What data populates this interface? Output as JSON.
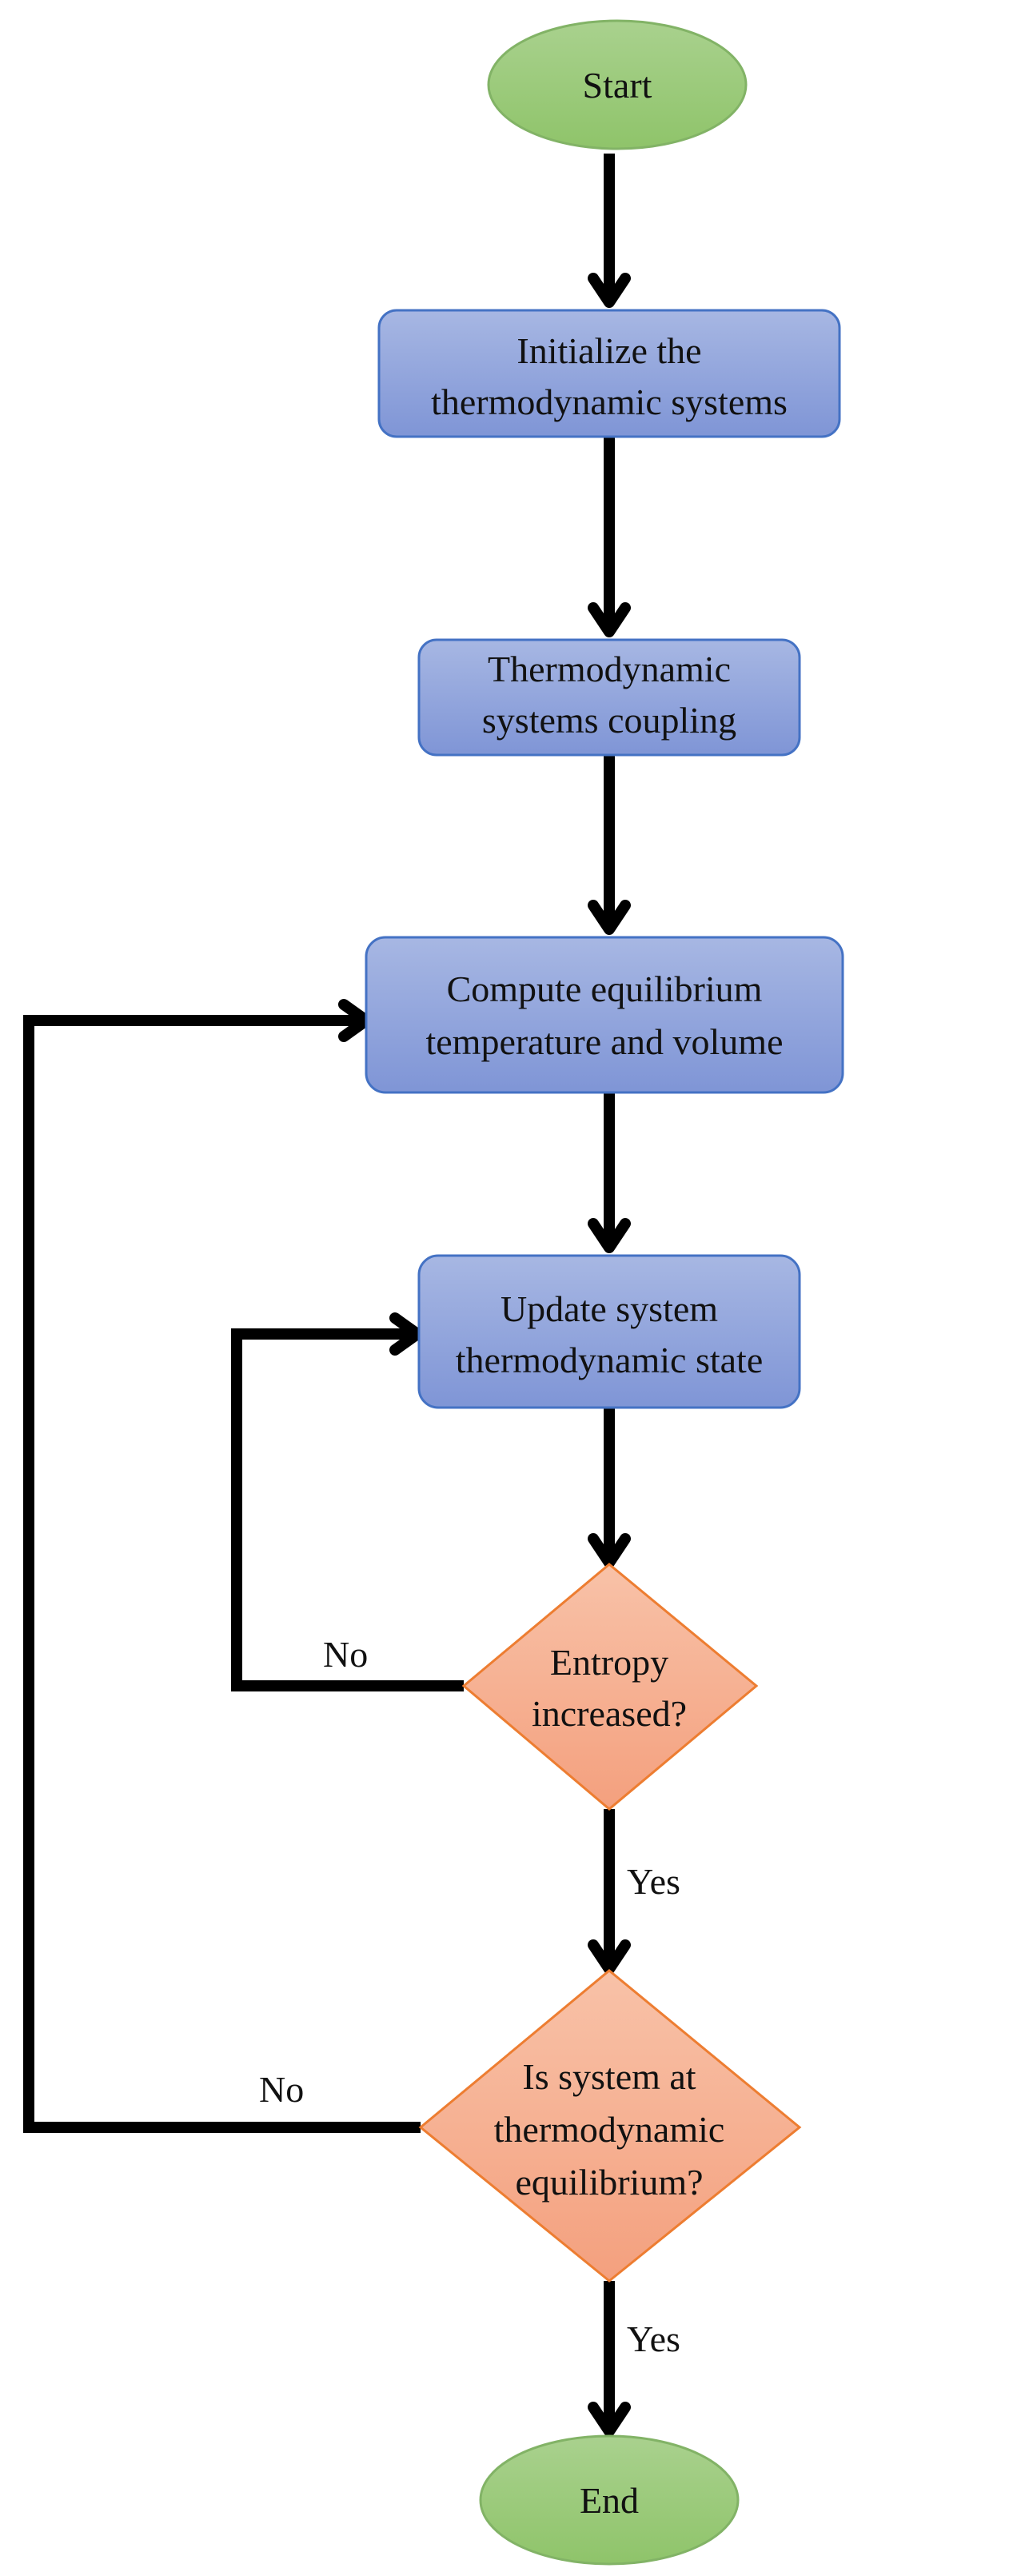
{
  "colors": {
    "terminal_fill_top": "#a9d18e",
    "terminal_fill_bottom": "#8fc46a",
    "terminal_stroke": "#82b366",
    "process_fill_top": "#a7b7e3",
    "process_fill_bottom": "#7f95d6",
    "process_stroke": "#4472c4",
    "decision_fill_top": "#f8c2a8",
    "decision_fill_bottom": "#f4a07e",
    "decision_stroke": "#ed7d31",
    "arrow": "#000000"
  },
  "nodes": {
    "start": {
      "lines": [
        "Start"
      ]
    },
    "init": {
      "lines": [
        "Initialize the",
        "thermodynamic systems"
      ]
    },
    "coupling": {
      "lines": [
        "Thermodynamic",
        "systems coupling"
      ]
    },
    "compute": {
      "lines": [
        "Compute equilibrium",
        "temperature and volume"
      ]
    },
    "update": {
      "lines": [
        "Update system",
        "thermodynamic state"
      ]
    },
    "entropy": {
      "lines": [
        "Entropy",
        "increased?"
      ]
    },
    "equilibrium": {
      "lines": [
        "Is system at",
        "thermodynamic",
        "equilibrium?"
      ]
    },
    "end": {
      "lines": [
        "End"
      ]
    }
  },
  "edge_labels": {
    "entropy_no": "No",
    "entropy_yes": "Yes",
    "equilibrium_no": "No",
    "equilibrium_yes": "Yes"
  }
}
